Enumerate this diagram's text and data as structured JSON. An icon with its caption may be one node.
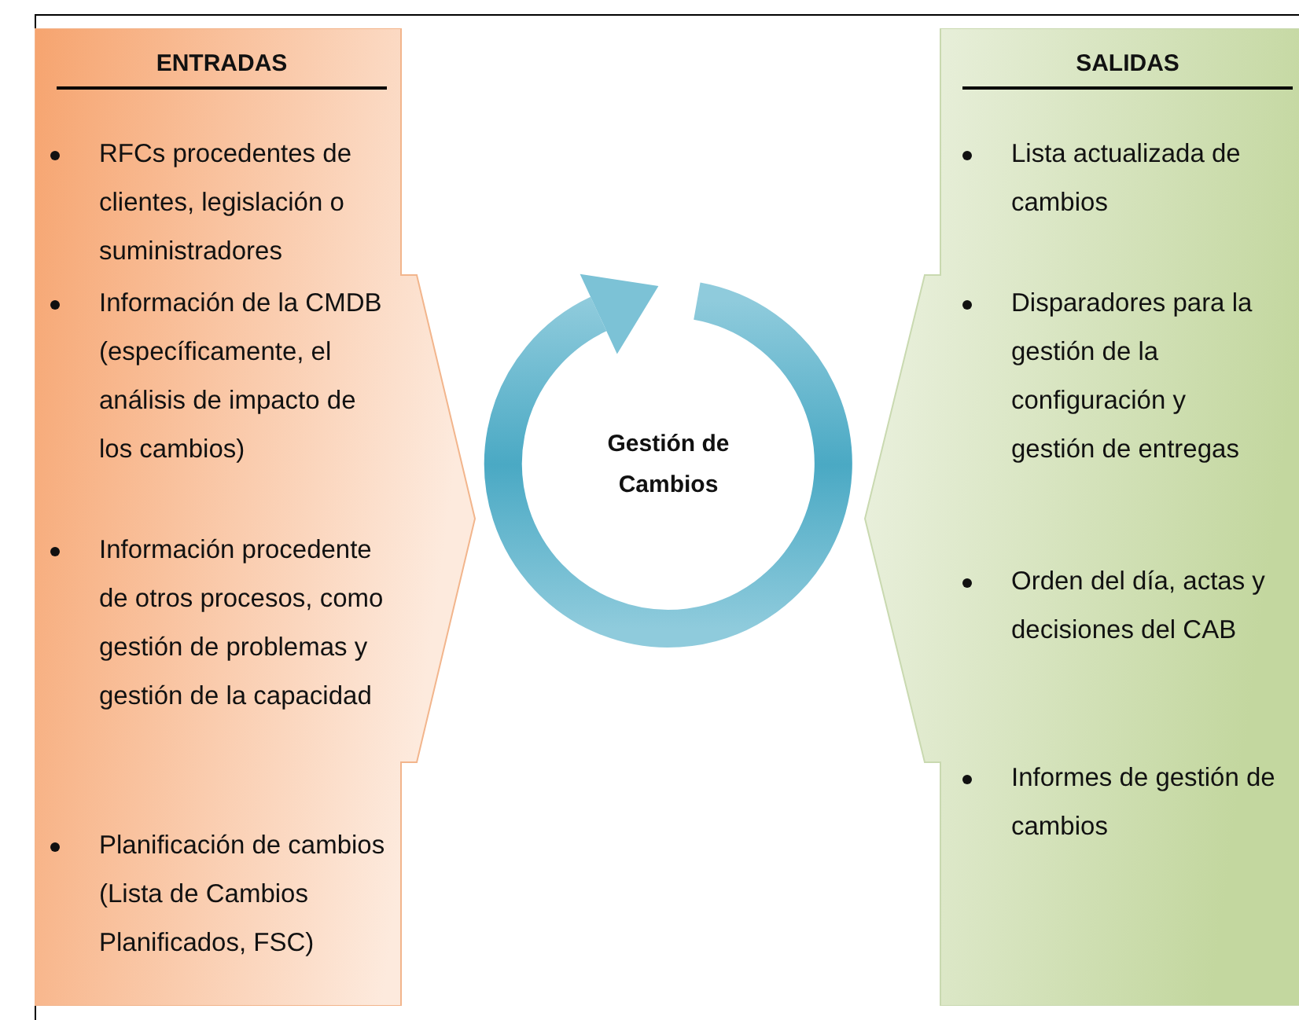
{
  "diagram": {
    "nodes": [
      {
        "text": [
          "ENTRADAS",
          "RFCs procedentes de clientes, legislación o suministradores",
          "Información de la CMDB (específicamente, el análisis de impacto de los cambios)",
          "Información procedente de otros procesos, como gestión de problemas y gestión de la capacidad",
          "Planificación de cambios (Lista de Cambios Planificados, FSC)"
        ]
      },
      {
        "text": [
          "Gestión de Cambios"
        ]
      },
      {
        "text": [
          "SALIDAS",
          "Lista actualizada de cambios",
          "Disparadores para la gestión de la configuración y gestión de entregas",
          "Orden del día, actas y decisiones del CAB",
          "Informes de gestión de cambios"
        ]
      }
    ]
  }
}
